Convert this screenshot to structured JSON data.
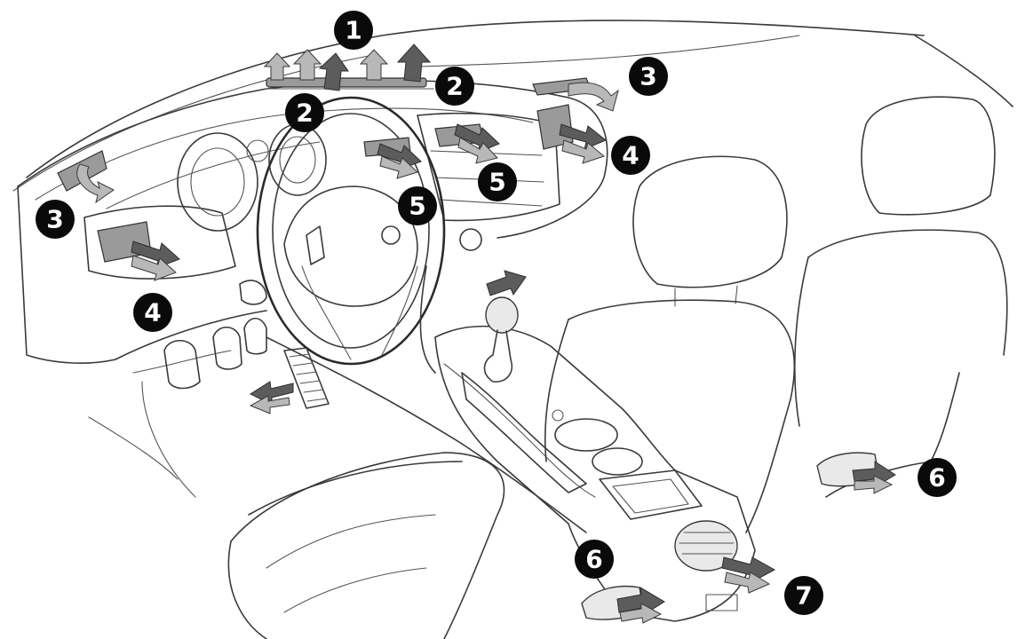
{
  "callouts": [
    {
      "id": "c1a",
      "label": "1"
    },
    {
      "id": "c2a",
      "label": "2"
    },
    {
      "id": "c2b",
      "label": "2"
    },
    {
      "id": "c3a",
      "label": "3"
    },
    {
      "id": "c3b",
      "label": "3"
    },
    {
      "id": "c4a",
      "label": "4"
    },
    {
      "id": "c4b",
      "label": "4"
    },
    {
      "id": "c5a",
      "label": "5"
    },
    {
      "id": "c5b",
      "label": "5"
    },
    {
      "id": "c6a",
      "label": "6"
    },
    {
      "id": "c6b",
      "label": "6"
    },
    {
      "id": "c7a",
      "label": "7"
    }
  ],
  "colors": {
    "callout_fill": "#0a0a0a",
    "callout_text": "#ffffff",
    "arrow_dark": "#5c5c5c",
    "arrow_light": "#b8b8b8",
    "line": "#3a3a3a"
  }
}
